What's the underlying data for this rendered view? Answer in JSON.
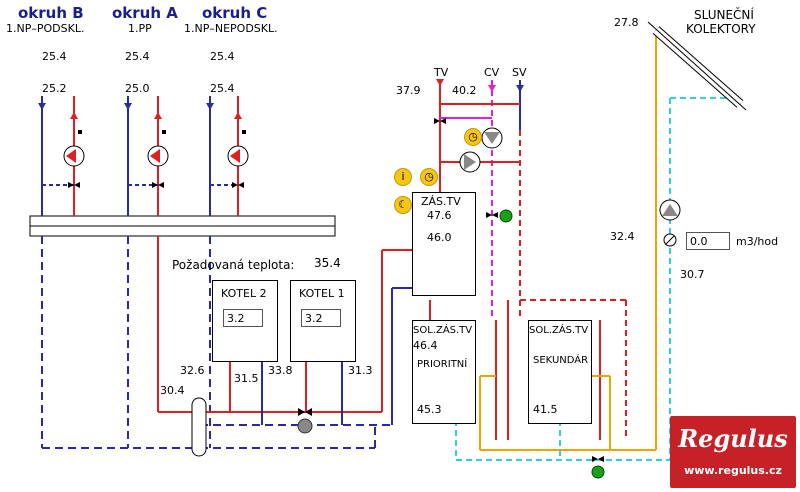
{
  "circuits": [
    {
      "name": "okruh B",
      "sub": "1.NP–PODSKL.",
      "t1": "25.4",
      "t2": "25.2"
    },
    {
      "name": "okruh A",
      "sub": "1.PP",
      "t1": "25.4",
      "t2": "25.0"
    },
    {
      "name": "okruh C",
      "sub": "1.NP–NEPODSKL.",
      "t1": "25.4",
      "t2": "25.4"
    }
  ],
  "required_temp": {
    "label": "Požadovaná teplota:",
    "value": "35.4"
  },
  "kotel2": {
    "label": "KOTEL 2",
    "value": "3.2"
  },
  "kotel1": {
    "label": "KOTEL 1",
    "value": "3.2"
  },
  "boiler_temps": {
    "t_32_6": "32.6",
    "t_31_5": "31.5",
    "t_33_8": "33.8",
    "t_31_3": "31.3",
    "t_30_4": "30.4"
  },
  "dhw": {
    "tv": "TV",
    "cv": "CV",
    "sv": "SV",
    "t_tv": "37.9",
    "t_cv": "40.2"
  },
  "zas_tv": {
    "label": "ZÁS.TV",
    "top": "47.6",
    "mid": "46.0"
  },
  "sol_prior": {
    "label": "SOL.ZÁS.TV",
    "name": "PRIORITNÍ",
    "top": "46.4",
    "bottom": "45.3"
  },
  "sol_sek": {
    "label": "SOL.ZÁS.TV",
    "name": "SEKUNDÁR",
    "bottom": "41.5"
  },
  "solar": {
    "title_1": "SLUNEČNÍ",
    "title_2": "KOLEKTORY",
    "t_collector": "27.8",
    "t_flow": "32.4",
    "t_return": "30.7",
    "flow_value": "0.0",
    "flow_unit": "m3/hod"
  },
  "icons": {
    "info": "i",
    "clock": "◷",
    "moon": "☾"
  },
  "logo": {
    "title": "Regulus",
    "url": "www.regulus.cz"
  },
  "colors": {
    "hot": "#e02020",
    "cold": "#2a2aa8",
    "solar": "#f0a400",
    "solar_return": "#30d0e0",
    "circulation": "#e020e0"
  }
}
